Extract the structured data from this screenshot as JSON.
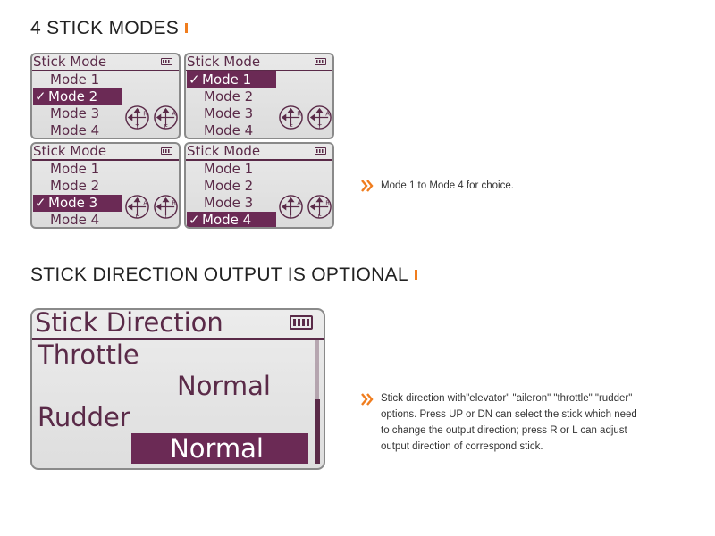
{
  "section1": {
    "title": "4 STICK MODES"
  },
  "section2": {
    "title": "STICK DIRECTION OUTPUT IS OPTIONAL"
  },
  "screens": [
    {
      "title": "Stick Mode",
      "modes": [
        "Mode 1",
        "Mode 2",
        "Mode 3",
        "Mode 4"
      ],
      "selected": 1,
      "check": "✓",
      "sticks": [
        [
          "R",
          "T"
        ],
        [
          "A",
          "E"
        ]
      ]
    },
    {
      "title": "Stick Mode",
      "modes": [
        "Mode 1",
        "Mode 2",
        "Mode 3",
        "Mode 4"
      ],
      "selected": 0,
      "check": "✓",
      "sticks": [
        [
          "R",
          "E"
        ],
        [
          "A",
          "T"
        ]
      ]
    },
    {
      "title": "Stick Mode",
      "modes": [
        "Mode 1",
        "Mode 2",
        "Mode 3",
        "Mode 4"
      ],
      "selected": 2,
      "check": "✓",
      "sticks": [
        [
          "A",
          "E"
        ],
        [
          "R",
          "T"
        ]
      ]
    },
    {
      "title": "Stick Mode",
      "modes": [
        "Mode 1",
        "Mode 2",
        "Mode 3",
        "Mode 4"
      ],
      "selected": 3,
      "check": "✓",
      "sticks": [
        [
          "A",
          "T"
        ],
        [
          "R",
          "E"
        ]
      ]
    }
  ],
  "direction_screen": {
    "title": "Stick Direction",
    "row1_label": "Throttle",
    "row1_value": "Normal",
    "row2_label": "Rudder",
    "row2_value": "Normal"
  },
  "desc1": {
    "text": "Mode 1 to Mode 4 for choice."
  },
  "desc2": {
    "lines": [
      "Stick direction with\"elevator\" \"aileron\" \"throttle\" \"rudder\"",
      "options. Press UP or DN can select the stick which need",
      "to change the output direction; press R or L  can adjust",
      "output direction of correspond stick."
    ]
  },
  "colors": {
    "lcd_ink": "#5a2a48",
    "lcd_highlight": "#6b2a55",
    "accent_orange": "#f07d1e"
  }
}
